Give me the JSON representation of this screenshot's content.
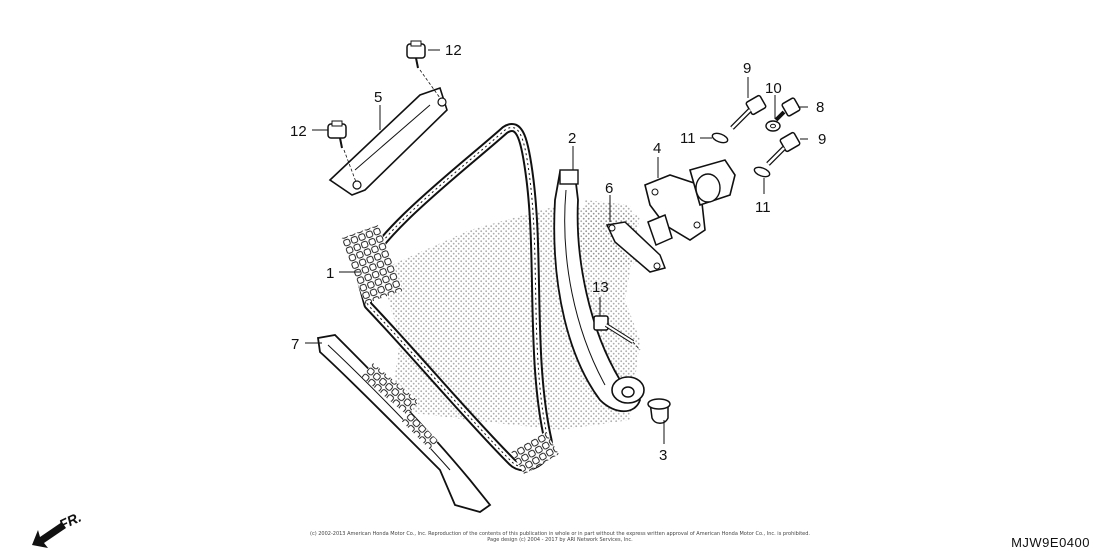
{
  "diagram": {
    "code": "MJW9E0400",
    "front_indicator": "FR.",
    "copyright_line1": "(c) 2002-2013 American Honda Motor Co., Inc. Reproduction of the contents of this publication in whole or in part without the express written approval of American Honda Motor Co., Inc. is prohibited.",
    "copyright_line2": "Page design (c) 2004 - 2017 by ARI Network Services, Inc.",
    "callouts": [
      {
        "id": "part-1",
        "label": "1"
      },
      {
        "id": "part-2",
        "label": "2"
      },
      {
        "id": "part-3",
        "label": "3"
      },
      {
        "id": "part-4",
        "label": "4"
      },
      {
        "id": "part-5",
        "label": "5"
      },
      {
        "id": "part-6",
        "label": "6"
      },
      {
        "id": "part-7",
        "label": "7"
      },
      {
        "id": "part-8",
        "label": "8"
      },
      {
        "id": "part-9a",
        "label": "9"
      },
      {
        "id": "part-9b",
        "label": "9"
      },
      {
        "id": "part-10",
        "label": "10"
      },
      {
        "id": "part-11a",
        "label": "11"
      },
      {
        "id": "part-11b",
        "label": "11"
      },
      {
        "id": "part-12a",
        "label": "12"
      },
      {
        "id": "part-12b",
        "label": "12"
      },
      {
        "id": "part-13",
        "label": "13"
      }
    ]
  }
}
